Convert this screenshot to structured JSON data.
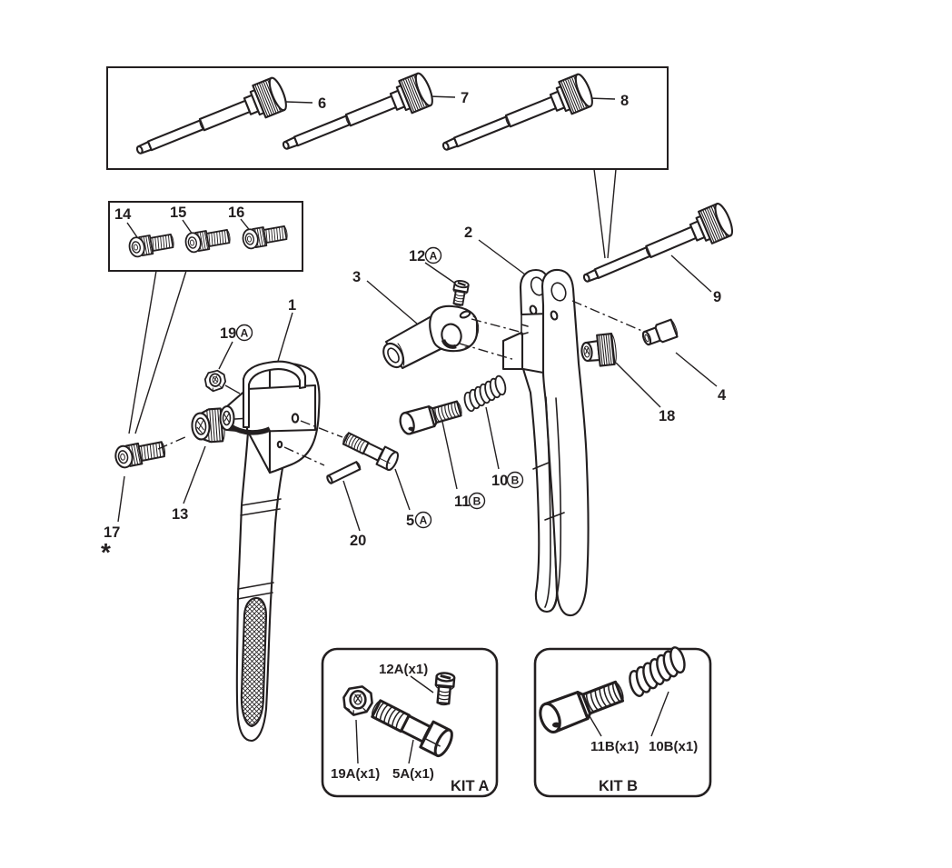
{
  "diagram": {
    "background": "#ffffff",
    "line_color": "#231f20",
    "accent_color": "#ec1c24"
  },
  "part_labels": {
    "item1": "1",
    "item2": "2",
    "item3": "3",
    "item4": "4",
    "item5a_num": "5",
    "item5a_letter": "A",
    "item6": "6",
    "item7": "7",
    "item8": "8",
    "item9": "9",
    "item10b_num": "10",
    "item10b_letter": "B",
    "item11b_num": "11",
    "item11b_letter": "B",
    "item12a_num": "12",
    "item12a_letter": "A",
    "item13": "13",
    "item14": "14",
    "item15": "15",
    "item16": "16",
    "item17": "17",
    "item18": "18",
    "item19a_num": "19",
    "item19a_letter": "A",
    "item20": "20",
    "footnote_marker": "*"
  },
  "kit_a": {
    "title": "KIT A",
    "screw_label": "12A(x1)",
    "nut_label": "19A(x1)",
    "bolt_label": "5A(x1)"
  },
  "kit_b": {
    "title": "KIT B",
    "pawl_label": "11B(x1)",
    "spring_label": "10B(x1)"
  }
}
